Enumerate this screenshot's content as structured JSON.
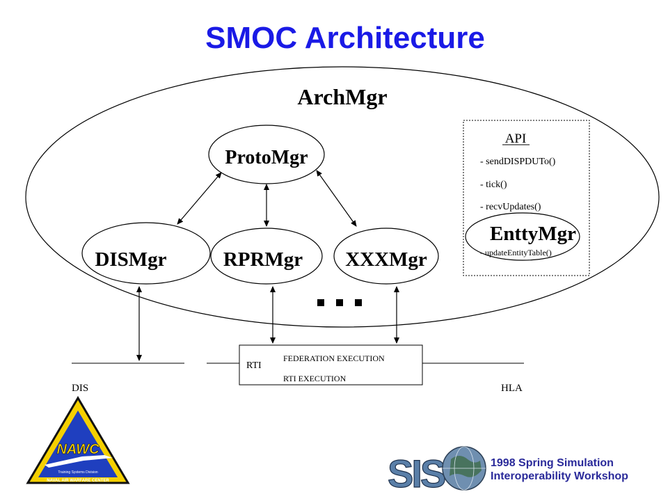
{
  "title": "SMOC Architecture",
  "arch_mgr": "ArchMgr",
  "proto_mgr": "ProtoMgr",
  "dis_mgr": "DISMgr",
  "rpr_mgr": "RPRMgr",
  "xxx_mgr": "XXXMgr",
  "ellipsis": "...",
  "api": {
    "title": "API",
    "methods": [
      "- sendDISPDUTo()",
      "- tick()",
      "- recvUpdates()"
    ],
    "entity_mgr": "EnttyMgr",
    "entity_method": "- updateEntityTable()"
  },
  "rti_box": {
    "label": "RTI",
    "line1": "FEDERATION EXECUTION",
    "line2": "RTI EXECUTION"
  },
  "dis_label": "DIS",
  "hla_label": "HLA",
  "logos": {
    "nawc": "NAWC",
    "nawc_sub": "Training Systems Division",
    "nawc_bottom": "NAVAL AIR WARFARE CENTER",
    "siso": "SIS"
  },
  "footer": {
    "line1": "1998 Spring Simulation",
    "line2": "Interoperability Workshop"
  },
  "colors": {
    "title": "#1a1ae6",
    "nawc_blue": "#1f3fbf",
    "nawc_yellow": "#f5d000",
    "footer": "#2a2a9a"
  }
}
